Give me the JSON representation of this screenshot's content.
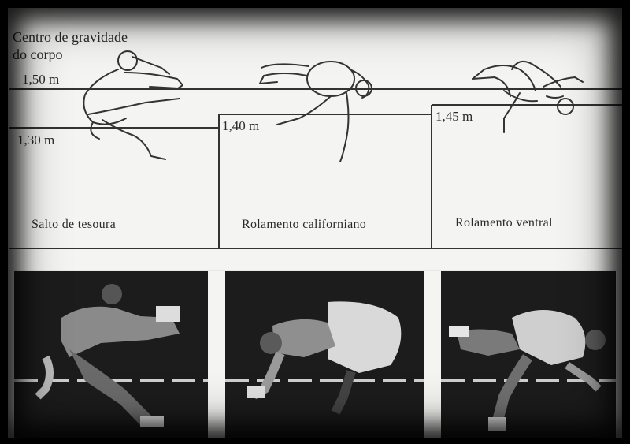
{
  "diagram": {
    "cg_label_line1": "Centro de gravidade",
    "cg_label_line2": "do corpo",
    "heights": {
      "bar_height": "1,50 m",
      "scissors_cg": "1,30 m",
      "californian_cg": "1,40 m",
      "ventral_cg": "1,45 m"
    },
    "jumps": [
      {
        "name": "Salto de tesoura"
      },
      {
        "name": "Rolamento californiano"
      },
      {
        "name": "Rolamento ventral"
      }
    ]
  },
  "colors": {
    "paper": "#f4f4f2",
    "ink": "#2a2a2a",
    "photo_bg": "#1a1a1a"
  }
}
